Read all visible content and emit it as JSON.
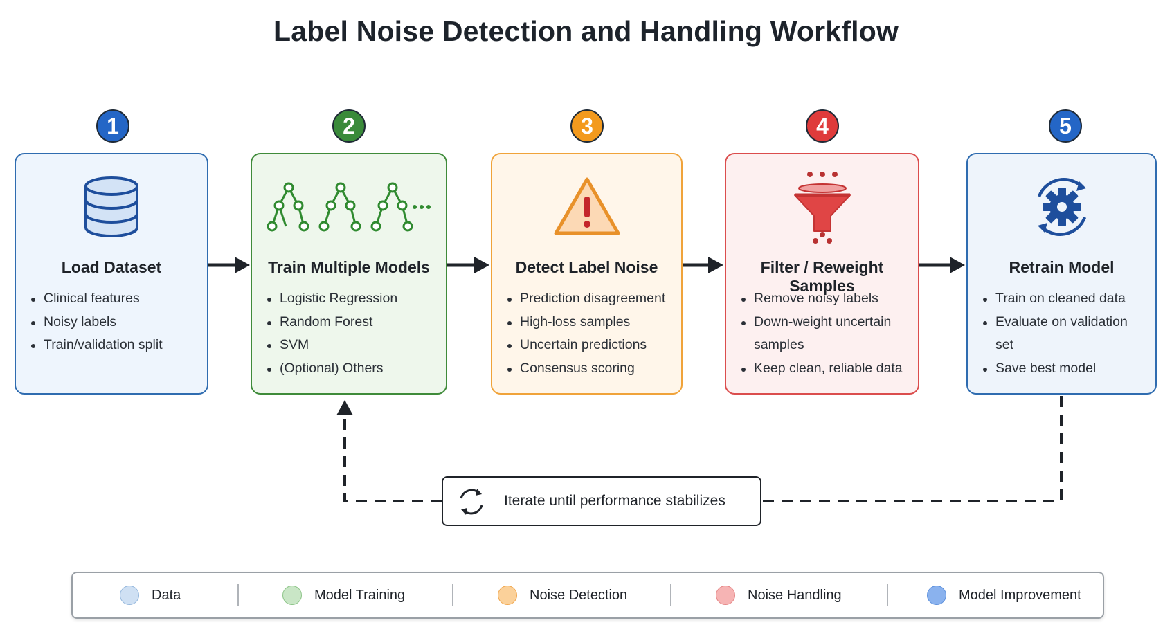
{
  "title": "Label Noise Detection and Handling Workflow",
  "stages": [
    {
      "number": "1",
      "title": "Load Dataset",
      "icon": "database-icon",
      "bullets": [
        "Clinical features",
        "Noisy labels",
        "Train/validation split"
      ],
      "colors": {
        "border": "#2f6cb0",
        "fill": "#eef5fd",
        "badge": "#2466c6"
      }
    },
    {
      "number": "2",
      "title": "Train Multiple Models",
      "icon": "decision-trees-icon",
      "bullets": [
        "Logistic Regression",
        "Random Forest",
        "SVM",
        "(Optional) Others"
      ],
      "colors": {
        "border": "#3f8b3a",
        "fill": "#eef7ec",
        "badge": "#3a8a3a"
      }
    },
    {
      "number": "3",
      "title": "Detect Label Noise",
      "icon": "warning-icon",
      "bullets": [
        "Prediction disagreement",
        "High-loss samples",
        "Uncertain predictions",
        "Consensus scoring"
      ],
      "colors": {
        "border": "#f0a33a",
        "fill": "#fff6ea",
        "badge": "#f39a1e"
      }
    },
    {
      "number": "4",
      "title": "Filter / Reweight Samples",
      "icon": "funnel-icon",
      "bullets": [
        "Remove noisy labels",
        "Down-weight uncertain samples",
        "Keep clean, reliable data"
      ],
      "colors": {
        "border": "#db4d4d",
        "fill": "#fdf0f0",
        "badge": "#df3b3b"
      }
    },
    {
      "number": "5",
      "title": "Retrain Model",
      "icon": "gear-refresh-icon",
      "bullets": [
        "Train on cleaned data",
        "Evaluate on validation set",
        "Save best model"
      ],
      "colors": {
        "border": "#2f6cb0",
        "fill": "#eef4fb",
        "badge": "#2466c6"
      }
    }
  ],
  "iterate": {
    "label": "Iterate until performance stabilizes",
    "icon": "cycle-icon"
  },
  "legend": [
    {
      "label": "Data",
      "color": "#cfe0f3",
      "border": "#93b6dc"
    },
    {
      "label": "Model Training",
      "color": "#c9e6c6",
      "border": "#8cc487"
    },
    {
      "label": "Noise Detection",
      "color": "#fbd19a",
      "border": "#f0a64d"
    },
    {
      "label": "Noise Handling",
      "color": "#f6b4b4",
      "border": "#e58585"
    },
    {
      "label": "Model Improvement",
      "color": "#8ab2ee",
      "border": "#5b8fdc"
    }
  ]
}
